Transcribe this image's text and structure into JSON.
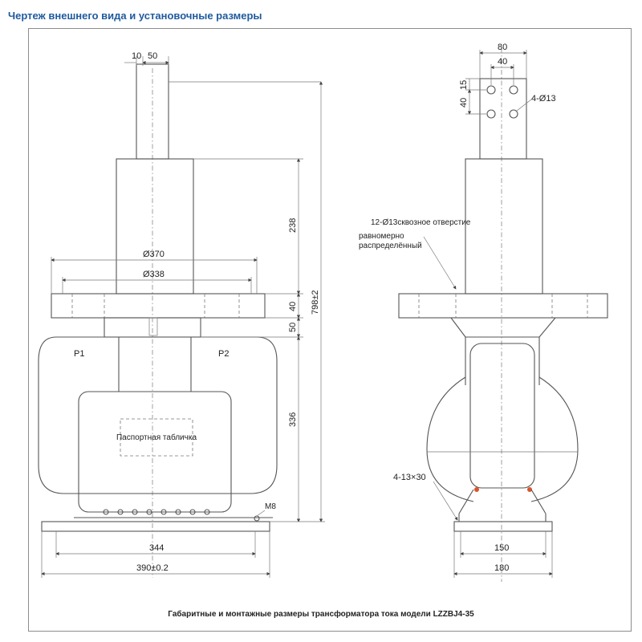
{
  "heading": "Чертеж внешнего вида и установочные размеры",
  "caption": "Габаритные и монтажные размеры трансформатора тока модели LZZBJ4-35",
  "front": {
    "terminal_10": "10",
    "terminal_50": "50",
    "height_238": "238",
    "dia_370": "Ø370",
    "dia_338": "Ø338",
    "flange_40": "40",
    "gap_50": "50",
    "height_336": "336",
    "total_798": "798±2",
    "p1": "P1",
    "p2": "P2",
    "nameplate": "Паспортная табличка",
    "m8": "M8",
    "base_344": "344",
    "base_390": "390±0.2"
  },
  "side": {
    "width_80": "80",
    "width_40": "40",
    "v_15": "15",
    "v_40": "40",
    "holes_4d13": "4-Ø13",
    "holes_12": "12-Ø13сквозное отверстие",
    "even_1": "равномерно",
    "even_2": "распределённый",
    "slots": "4-13×30",
    "base_150": "150",
    "base_180": "180"
  },
  "colors": {
    "heading": "#1f5a9e",
    "line": "#555555",
    "mark": "#d9552b"
  }
}
